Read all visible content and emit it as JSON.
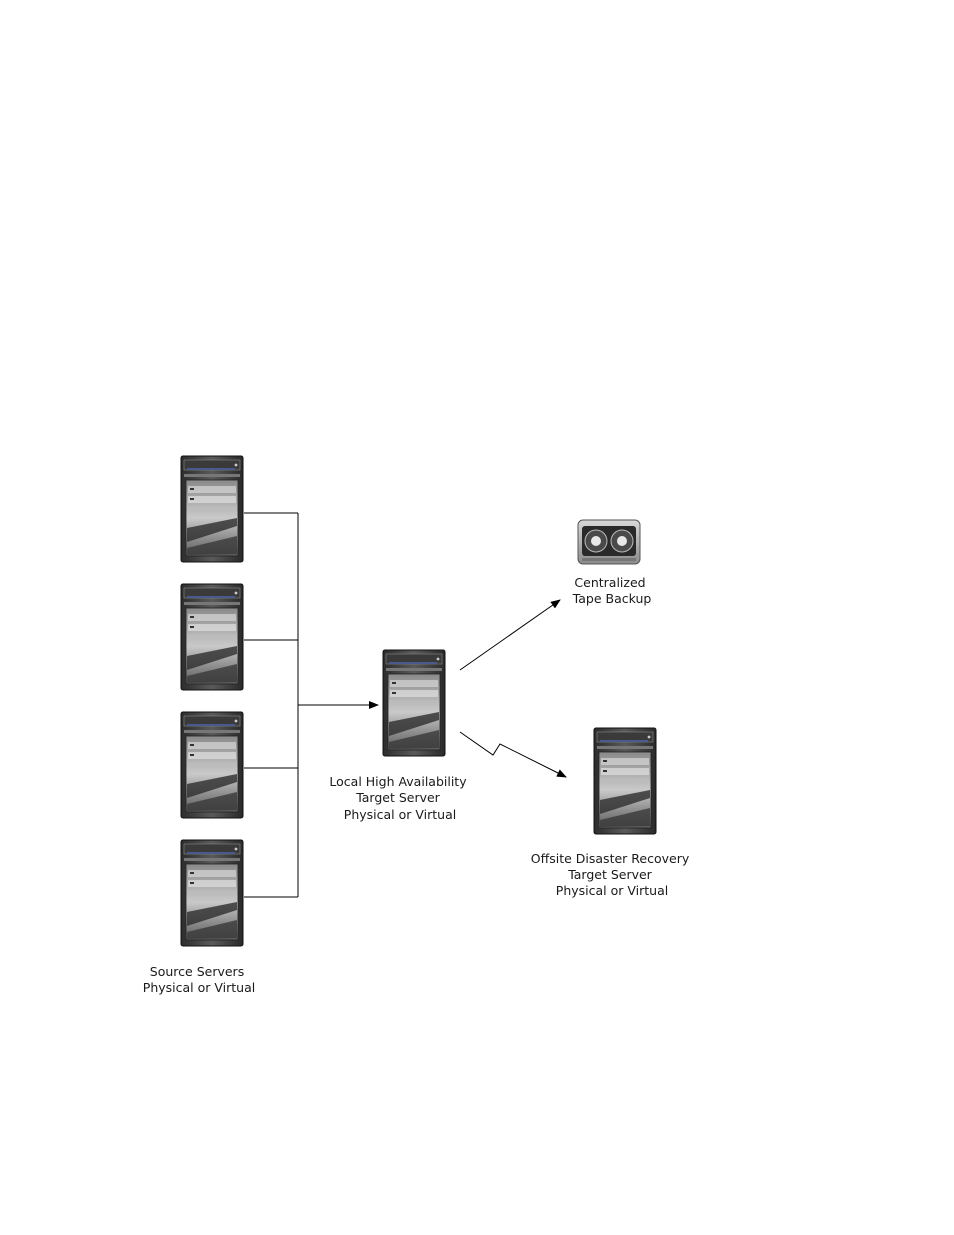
{
  "diagram": {
    "labels": {
      "source_servers": [
        "Source Servers",
        "Physical or Virtual"
      ],
      "local_ha": [
        "Local High Availability",
        "Target Server",
        "Physical or Virtual"
      ],
      "tape_backup": [
        "Centralized",
        "Tape Backup"
      ],
      "offsite_dr": [
        "Offsite Disaster Recovery",
        "Target Server",
        "Physical or Virtual"
      ]
    },
    "icons": {
      "server": "server-tower-icon",
      "tape": "tape-cartridge-icon"
    }
  }
}
